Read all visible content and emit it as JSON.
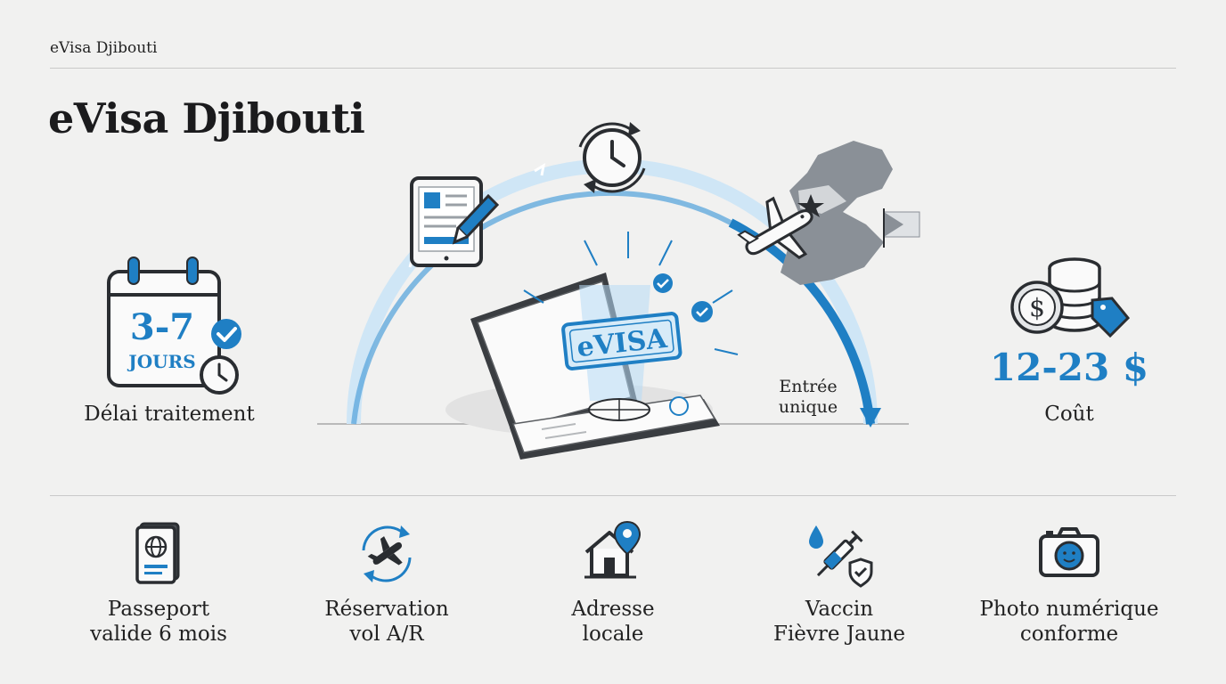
{
  "header": {
    "kicker": "eVisa Djibouti",
    "title": "eVisa Djibouti"
  },
  "colors": {
    "accent": "#1f7fc4",
    "dark": "#2a2d31",
    "light_blue": "#cfe6f6",
    "background": "#f1f1f0"
  },
  "processing": {
    "value": "3-7",
    "unit": "JOURS",
    "label": "Délai traitement",
    "icon": "calendar-check-clock-icon"
  },
  "center": {
    "stamp_text": "eVISA",
    "entry_line1": "Entrée",
    "entry_line2": "unique",
    "icons": [
      "tablet-form-icon",
      "clock-refresh-icon",
      "airplane-icon",
      "djibouti-map-icon",
      "passport-stamp-icon"
    ]
  },
  "cost": {
    "value": "12-23 $",
    "label": "Coût",
    "icon": "coins-price-tag-icon"
  },
  "requirements": [
    {
      "icon": "passport-icon",
      "label": "Passeport\nvalide 6 mois"
    },
    {
      "icon": "flight-roundtrip-icon",
      "label": "Réservation\nvol A/R"
    },
    {
      "icon": "house-location-icon",
      "label": "Adresse\nlocale"
    },
    {
      "icon": "vaccine-syringe-icon",
      "label": "Vaccin\nFièvre Jaune"
    },
    {
      "icon": "camera-photo-icon",
      "label": "Photo numérique\nconforme"
    }
  ]
}
